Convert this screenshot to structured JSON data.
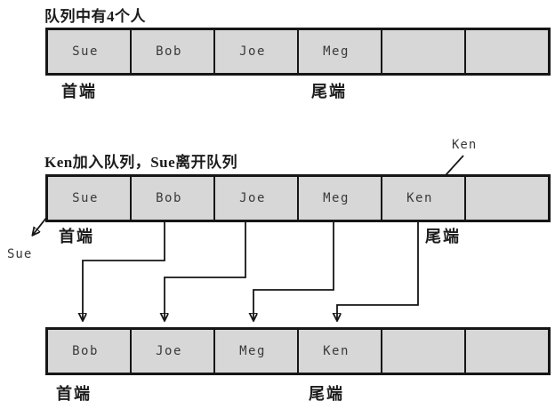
{
  "colors": {
    "background": "#ffffff",
    "cell_fill": "#d7d7d7",
    "line": "#161616",
    "label_text": "#1c1c1c",
    "name_text": "#3a3a3a"
  },
  "before": {
    "title": "队列中有4个人",
    "cells": [
      "Sue",
      "Bob",
      "Joe",
      "Meg",
      "",
      ""
    ],
    "front_label": "首端",
    "rear_label": "尾端"
  },
  "transition": {
    "title": "Ken加入队列，Sue离开队列",
    "cells": [
      "Sue",
      "Bob",
      "Joe",
      "Meg",
      "Ken",
      ""
    ],
    "front_label": "首端",
    "rear_label": "尾端",
    "enqueue_name": "Ken",
    "dequeue_name": "Sue"
  },
  "after": {
    "cells": [
      "Bob",
      "Joe",
      "Meg",
      "Ken",
      "",
      ""
    ],
    "front_label": "首端",
    "rear_label": "尾端"
  }
}
